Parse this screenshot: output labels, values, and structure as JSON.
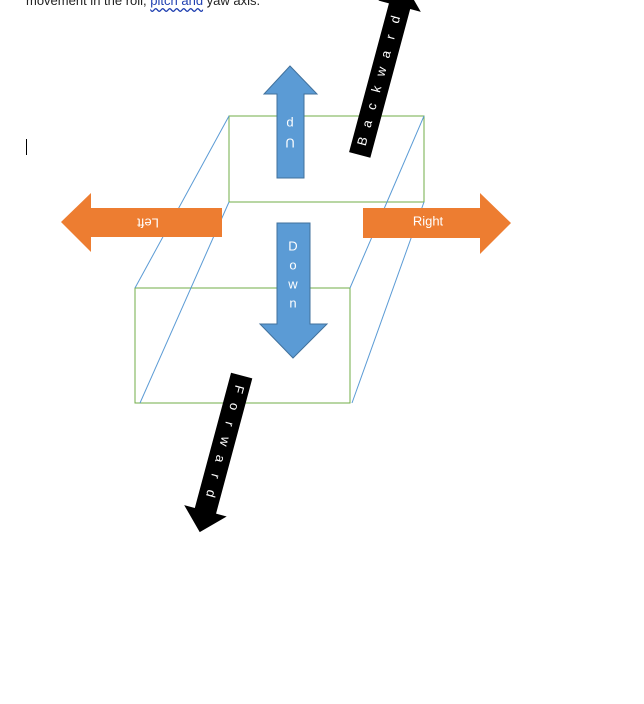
{
  "document": {
    "text_start": "movement in the roll, ",
    "text_link": "pitch  and",
    "text_end": " yaw axis."
  },
  "colors": {
    "box_edge": "#70ad47",
    "cube_diagonal": "#5b9bd5",
    "vertical_arrow": "#5b9bd5",
    "vertical_arrow_edge": "#41719c",
    "horizontal_arrow": "#ed7d31",
    "depth_arrow": "#000000",
    "label_text": "#ffffff"
  },
  "arrows": {
    "up": {
      "letters": [
        "U",
        "p"
      ]
    },
    "down": {
      "letters": [
        "D",
        "o",
        "w",
        "n"
      ]
    },
    "left": {
      "label": "Left"
    },
    "right": {
      "label": "Right"
    },
    "forward": {
      "letters": [
        "F",
        "o",
        "r",
        "w",
        "a",
        "r",
        "d"
      ]
    },
    "backward": {
      "letters": [
        "B",
        "a",
        "c",
        "k",
        "w",
        "a",
        "r",
        "d"
      ]
    }
  }
}
